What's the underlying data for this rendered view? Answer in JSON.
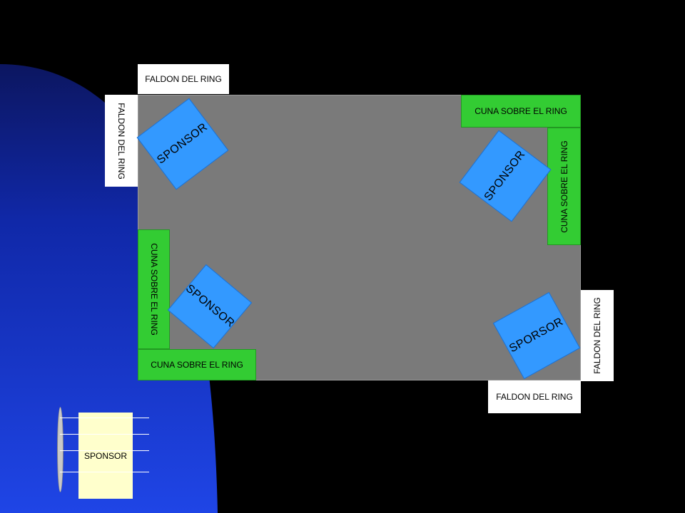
{
  "colors": {
    "background": "#000000",
    "backdrop_blue": "#1a3ad6",
    "ring_floor": "#7a7a7a",
    "green_pad": "#33cc33",
    "sponsor_pad": "#3399ff",
    "banner": "#ffffcc",
    "skirt": "#ffffff"
  },
  "skirts": {
    "top": "FALDON DEL RING",
    "left": "FALDON DEL RING",
    "right": "FALDON DEL RING",
    "bottom": "FALDON DEL RING"
  },
  "corner_pads": {
    "top_right_horizontal": "CUNA SOBRE EL RING",
    "top_right_vertical": "CUNA SOBRE EL RING",
    "bottom_left_vertical": "CUNA SOBRE EL RING",
    "bottom_left_horizontal": "CUNA SOBRE EL RING"
  },
  "sponsor_pads": {
    "top_left": "SPONSOR",
    "top_right": "SPONSOR",
    "bottom_left": "SPONSOR",
    "bottom_right": "SPORSOR"
  },
  "banner": {
    "label": "SPONSOR"
  }
}
